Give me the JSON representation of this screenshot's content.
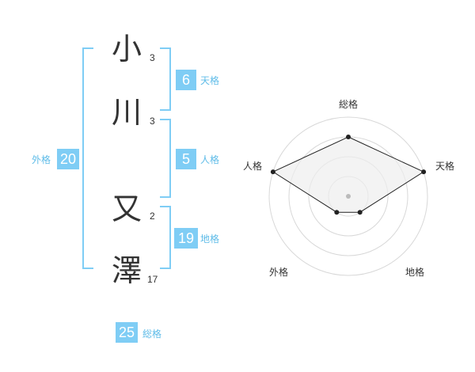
{
  "name": {
    "characters": [
      {
        "char": "小",
        "strokes": "3"
      },
      {
        "char": "川",
        "strokes": "3"
      },
      {
        "char": "又",
        "strokes": "2"
      },
      {
        "char": "澤",
        "strokes": "17"
      }
    ]
  },
  "kaku": {
    "tenkaku": {
      "value": "6",
      "label": "天格"
    },
    "jinkaku": {
      "value": "5",
      "label": "人格"
    },
    "chikaku": {
      "value": "19",
      "label": "地格"
    },
    "gaikaku": {
      "value": "20",
      "label": "外格"
    },
    "soukaku": {
      "value": "25",
      "label": "総格"
    }
  },
  "radar": {
    "axes": [
      "総格",
      "天格",
      "地格",
      "外格",
      "人格"
    ],
    "levels": 4,
    "values": [
      0.75,
      1.0,
      0.25,
      0.25,
      1.0
    ],
    "colors": {
      "ring": "#d8d8d8",
      "fill": "#eeeeee",
      "line": "#222222",
      "center": "#bbbbbb"
    }
  }
}
